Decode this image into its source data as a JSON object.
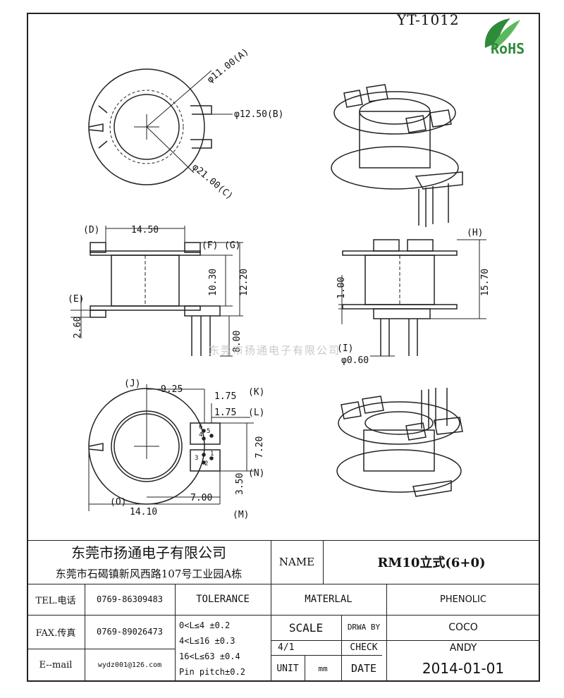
{
  "header": {
    "model_code": "YT-1012",
    "logo_text": "RoHS"
  },
  "watermark": "东莞市扬通电子有限公司",
  "dimensions": {
    "top_view": {
      "A": "φ11.00(A)",
      "B": "φ12.50(B)",
      "C": "φ21.00(C)"
    },
    "front_view": {
      "D_label": "(D)",
      "d14_50": "14.50",
      "F_label": "(F)",
      "G_label": "(G)",
      "d10_30": "10.30",
      "d12_20": "12.20",
      "E_label": "(E)",
      "d2_60": "2.60",
      "d8_00": "8.00"
    },
    "side_view": {
      "H_label": "(H)",
      "d15_70": "15.70",
      "d1_00": "1.00",
      "I_label": "(I)",
      "d0_60": "φ0.60"
    },
    "bottom_view": {
      "J_label": "(J)",
      "d9_25": "9.25",
      "d1_75a": "1.75",
      "K_label": "(K)",
      "d1_75b": "1.75",
      "L_label": "(L)",
      "d7_20": "7.20",
      "N_label": "(N)",
      "d3_50": "3.50",
      "O_label": "(O)",
      "d14_10": "14.10",
      "d7_00": "7.00",
      "M_label": "(M)",
      "pins": [
        "6",
        "5",
        "4",
        "3",
        "2",
        "1"
      ]
    }
  },
  "title_block": {
    "company_name": "东莞市扬通电子有限公司",
    "company_address": "东莞市石碣镇新风西路107号工业园A栋",
    "name_label": "NAME",
    "name_value": "RM10立式(6+0)",
    "tel_label": "TEL.电话",
    "tel_value": "0769-86309483",
    "fax_label": "FAX.传真",
    "fax_value": "0769-89026473",
    "email_label": "E--mail",
    "email_value": "wydz001@126.com",
    "tolerance_label": "TOLERANCE",
    "tolerance_rows": [
      "0<L≤4    ±0.2",
      "4<L≤16   ±0.3",
      "16<L≤63 ±0.4",
      "Pin pitch±0.2"
    ],
    "material_label": "MATERLAL",
    "material_value": "PHENOLIC",
    "scale_label": "SCALE",
    "scale_value": "4/1",
    "drawn_by_label": "DRWA BY",
    "drawn_by_value": "COCO",
    "check_label": "CHECK",
    "check_value": "ANDY",
    "unit_label": "UNIT",
    "unit_value": "mm",
    "date_label": "DATE",
    "date_value": "2014-01-01"
  }
}
